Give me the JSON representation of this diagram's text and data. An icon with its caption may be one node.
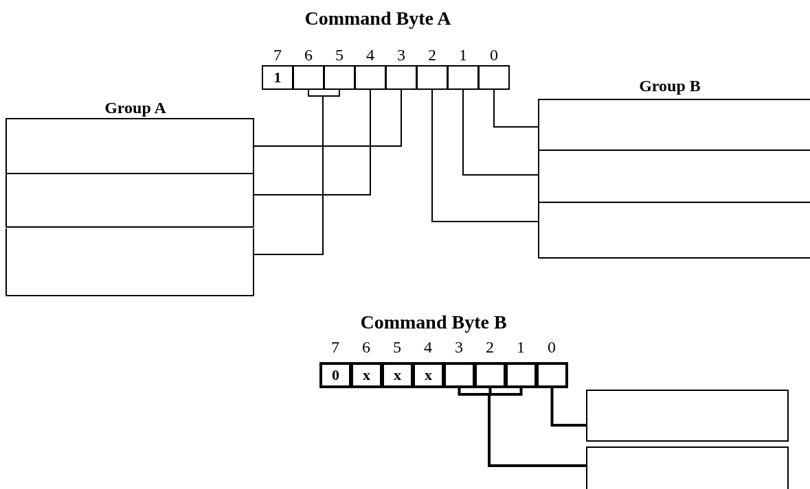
{
  "diagram": {
    "nodes": [
      {
        "text": [
          "1"
        ]
      },
      {
        "text": [],
        "shape": "box"
      },
      {
        "text": [],
        "shape": "box"
      },
      {
        "text": [],
        "shape": "box"
      },
      {
        "text": [],
        "shape": "box"
      },
      {
        "text": [],
        "shape": "box"
      },
      {
        "text": [],
        "shape": "box"
      },
      {
        "text": [],
        "shape": "box"
      },
      {
        "text": [
          "Group A"
        ]
      },
      {
        "text": [],
        "shape": "box",
        "in": 8
      },
      {
        "text": [],
        "shape": "box",
        "in": 8
      },
      {
        "text": [],
        "shape": "box",
        "in": 8
      },
      {
        "text": [
          "Group B"
        ]
      },
      {
        "text": [],
        "shape": "box",
        "in": 12
      },
      {
        "text": [],
        "shape": "box",
        "in": 12
      },
      {
        "text": [],
        "shape": "box",
        "in": 12
      },
      {
        "text": [
          "0"
        ]
      },
      {
        "text": [
          "x"
        ]
      },
      {
        "text": [
          "x"
        ]
      },
      {
        "text": [
          "x"
        ]
      },
      {
        "text": [],
        "shape": "box"
      },
      {
        "text": [],
        "shape": "box"
      },
      {
        "text": [],
        "shape": "box"
      },
      {
        "text": [],
        "shape": "box"
      },
      {
        "text": [],
        "shape": "box"
      },
      {
        "text": [],
        "shape": "box"
      }
    ],
    "edges": [
      {
        "from": 1,
        "to": 11,
        "arrow": "none"
      },
      {
        "from": 2,
        "to": 11,
        "arrow": "none"
      },
      {
        "from": 3,
        "to": 10,
        "arrow": "none"
      },
      {
        "from": 4,
        "to": 9,
        "arrow": "none"
      },
      {
        "from": 5,
        "to": 15,
        "arrow": "none"
      },
      {
        "from": 6,
        "to": 14,
        "arrow": "none"
      },
      {
        "from": 7,
        "to": 13,
        "arrow": "none"
      },
      {
        "from": 20,
        "to": 25,
        "arrow": "none",
        "style": "thick"
      },
      {
        "from": 21,
        "to": 25,
        "arrow": "none",
        "style": "thick"
      },
      {
        "from": 22,
        "to": 25,
        "arrow": "none",
        "style": "thick"
      },
      {
        "from": 23,
        "to": 24,
        "arrow": "none",
        "style": "thick"
      }
    ],
    "labels": [
      "Command Byte A",
      "7",
      "6",
      "5",
      "4",
      "3",
      "2",
      "1",
      "0",
      "Command Byte B",
      "7",
      "6",
      "5",
      "4",
      "3",
      "2",
      "1",
      "0"
    ]
  }
}
